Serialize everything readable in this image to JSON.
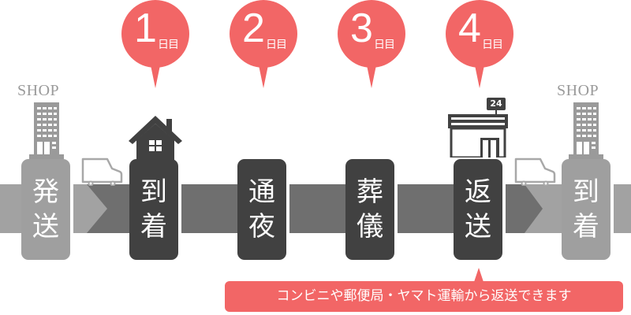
{
  "colors": {
    "accent": "#f26666",
    "dark_step": "#414141",
    "light_step": "#9f9f9f",
    "band_dark": "#6f6f6f",
    "band_light": "#a2a2a2",
    "icon_gray": "#9a9a9a"
  },
  "origin": {
    "shop_label": "SHOP",
    "icon": "shop-building-icon",
    "step": {
      "line1": "発",
      "line2": "送"
    }
  },
  "destination": {
    "shop_label": "SHOP",
    "icon": "shop-building-icon",
    "step": {
      "line1": "到",
      "line2": "着"
    }
  },
  "transit_icons": [
    "delivery-van-icon",
    "delivery-van-icon"
  ],
  "days": [
    {
      "number": "1",
      "suffix": "日目",
      "icon": "house-icon",
      "line1": "到",
      "line2": "着"
    },
    {
      "number": "2",
      "suffix": "日目",
      "icon": "",
      "line1": "通",
      "line2": "夜"
    },
    {
      "number": "3",
      "suffix": "日目",
      "icon": "",
      "line1": "葬",
      "line2": "儀"
    },
    {
      "number": "4",
      "suffix": "日目",
      "icon": "convenience-store-icon",
      "line1": "返",
      "line2": "送",
      "store_sign": "24"
    }
  ],
  "callout": {
    "text": "コンビニや郵便局・ヤマト運輸から返送できます"
  }
}
